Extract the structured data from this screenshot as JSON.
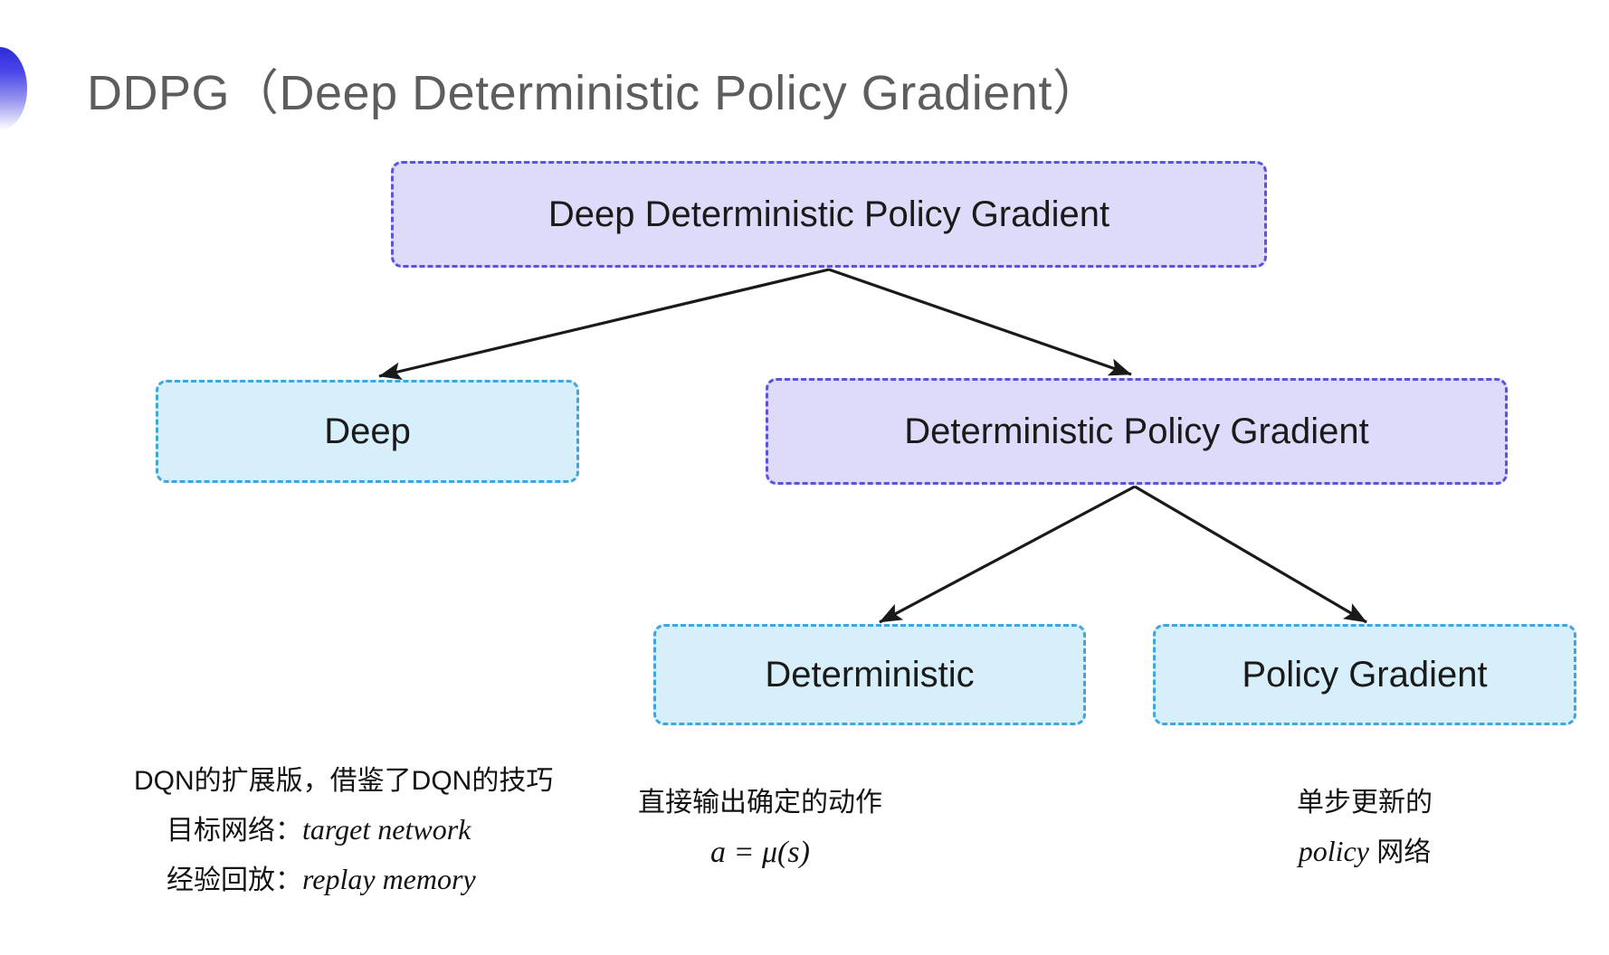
{
  "slide": {
    "title": "DDPG（Deep Deterministic Policy Gradient）",
    "background_color": "#ffffff",
    "bullet_icon": "gradient-ellipse-bullet-icon"
  },
  "colors": {
    "purple_fill": "#dedafa",
    "purple_border": "#5b52e0",
    "blue_fill": "#d7effa",
    "blue_border": "#41a5dd",
    "title_text": "#5d5d5d",
    "node_text": "#1a1a1a",
    "arrow": "#1a1a1a"
  },
  "diagram": {
    "type": "tree",
    "nodes": [
      {
        "id": "root",
        "label": "Deep Deterministic Policy Gradient",
        "style": "purple"
      },
      {
        "id": "deep",
        "label": "Deep",
        "style": "blue"
      },
      {
        "id": "dpg",
        "label": "Deterministic Policy Gradient",
        "style": "purple"
      },
      {
        "id": "deterministic",
        "label": "Deterministic",
        "style": "blue"
      },
      {
        "id": "policygradient",
        "label": "Policy Gradient",
        "style": "blue"
      }
    ],
    "edges": [
      {
        "from": "root",
        "to": "deep"
      },
      {
        "from": "root",
        "to": "dpg"
      },
      {
        "from": "dpg",
        "to": "deterministic"
      },
      {
        "from": "dpg",
        "to": "policygradient"
      }
    ]
  },
  "annotations": {
    "deep": {
      "line1": "DQN的扩展版，借鉴了DQN的技巧",
      "line2_label": "目标网络：",
      "line2_term": "target network",
      "line3_label": "经验回放：",
      "line3_term": "replay memory"
    },
    "deterministic": {
      "line1": "直接输出确定的动作",
      "formula": "a = μ(s)"
    },
    "policy_gradient": {
      "line1": "单步更新的",
      "line2_term": "policy",
      "line2_suffix": " 网络"
    }
  }
}
